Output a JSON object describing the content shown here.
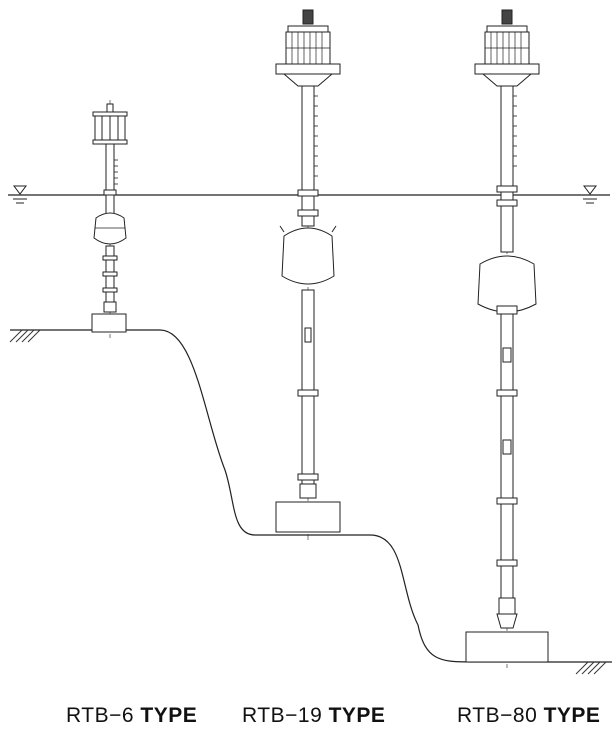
{
  "diagram": {
    "buoys": [
      {
        "id": "rtb6",
        "model": "RTB−6",
        "type_word": "TYPE"
      },
      {
        "id": "rtb19",
        "model": "RTB−19",
        "type_word": "TYPE"
      },
      {
        "id": "rtb80",
        "model": "RTB−80",
        "type_word": "TYPE"
      }
    ]
  },
  "colors": {
    "line": "#222222",
    "hatch": "#333333",
    "fill": "#ffffff",
    "lantern": "#444444"
  }
}
